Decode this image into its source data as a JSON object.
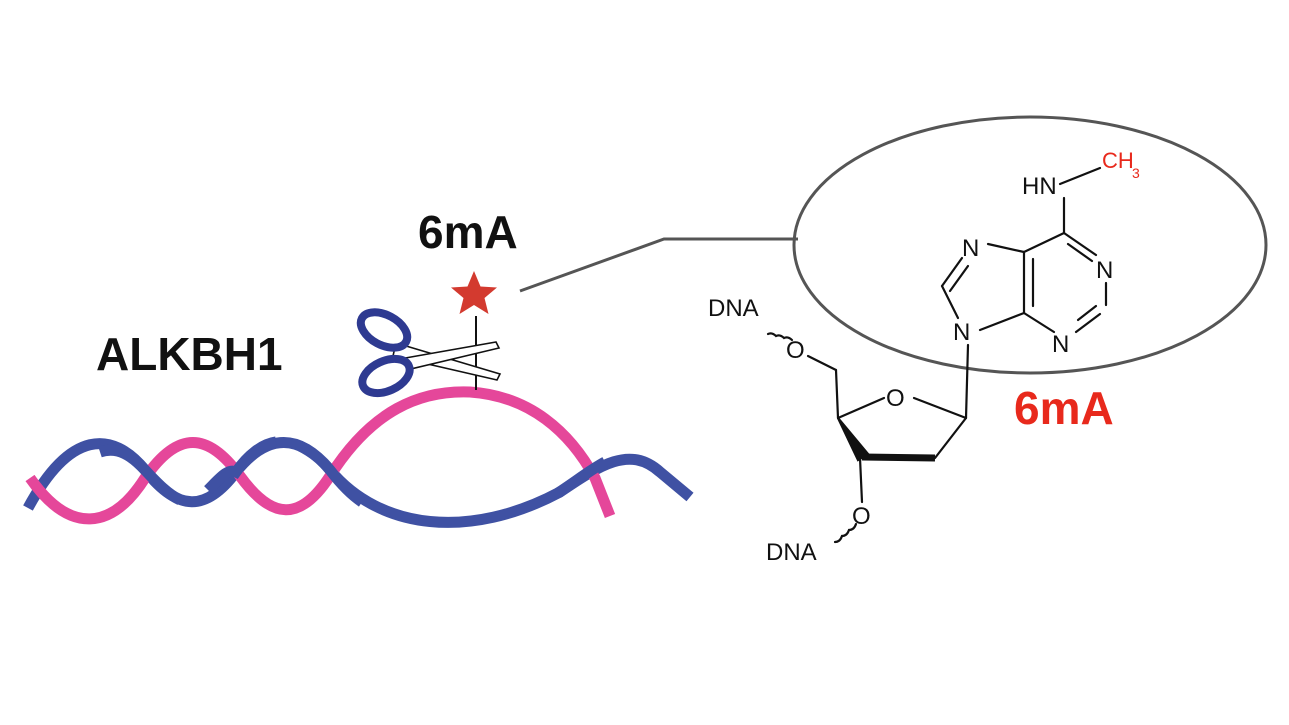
{
  "labels": {
    "enzyme": "ALKBH1",
    "mark_top": "6mA",
    "mark_bottom": "6mA",
    "methyl_main": "CH",
    "methyl_sub": "3",
    "hn": "HN",
    "n_top": "N",
    "n_right": "N",
    "n_bottom": "N",
    "n_glyco": "N",
    "o_ring": "O",
    "o5": "O",
    "o3": "O",
    "dna_top": "DNA",
    "dna_bottom": "DNA"
  },
  "colors": {
    "strand_pink": "#e5479a",
    "strand_blue": "#3f51a3",
    "star_red": "#d33a2f",
    "methyl_red": "#e8291c",
    "label_red": "#e8291c",
    "scissor_blue": "#2e3a91",
    "ink": "#111111",
    "callout_gray": "#555555"
  },
  "icons": {
    "scissors": "scissors-icon",
    "star": "star-icon"
  }
}
